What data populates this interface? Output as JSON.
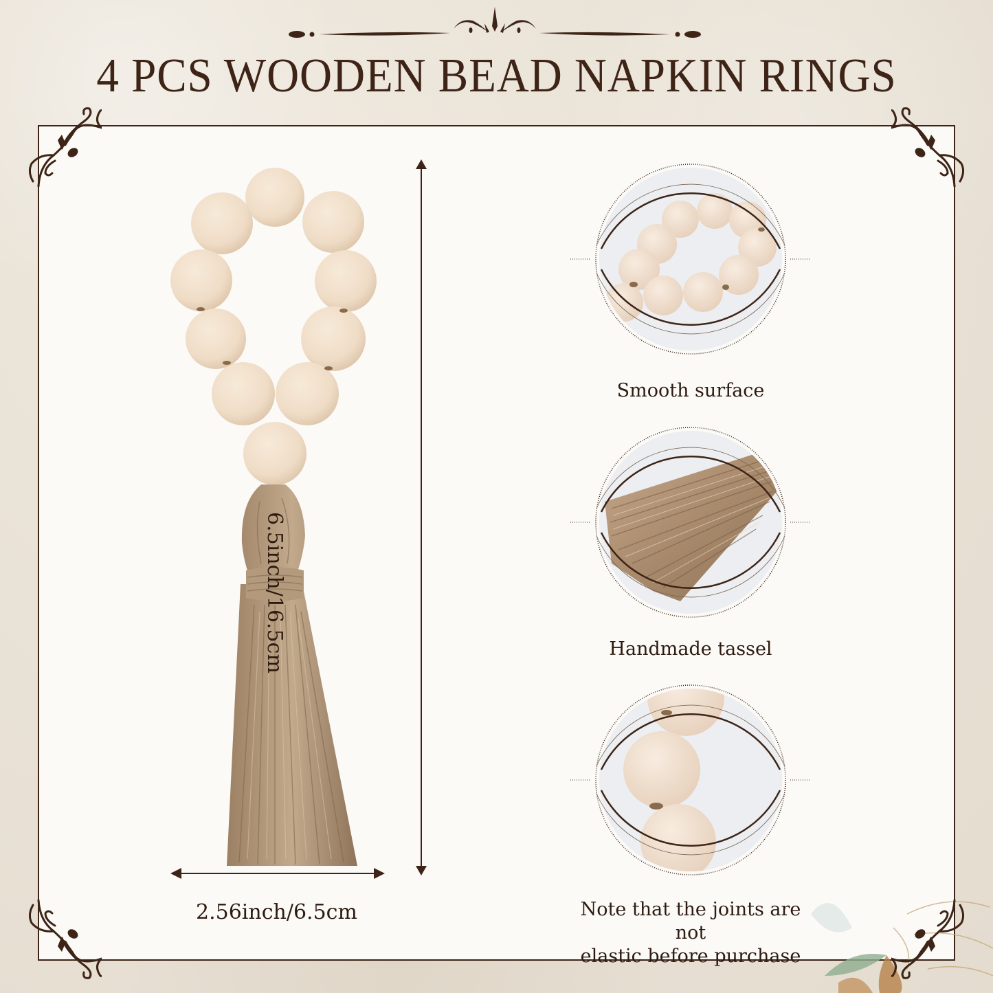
{
  "header": {
    "title": "4 PCS WOODEN BEAD NAPKIN RINGS",
    "ornament": "flourish-divider"
  },
  "product": {
    "name": "wooden bead napkin ring with jute tassel",
    "bead_count_ring": 10,
    "bead_count_stem": 1,
    "dimensions": {
      "height_label": "6.5inch/16.5cm",
      "width_label": "2.56inch/6.5cm"
    }
  },
  "features": [
    {
      "caption": "Smooth surface",
      "image": "bead-ring-closeup"
    },
    {
      "caption": "Handmade tassel",
      "image": "jute-tassel-closeup"
    },
    {
      "caption_line1": "Note that the joints are not",
      "caption_line2": "elastic before purchase",
      "image": "bead-joint-closeup"
    }
  ],
  "colors": {
    "ink": "#3d2416",
    "paper": "#e9e2d6",
    "panel": "#fbfaf7",
    "bead": "#efdcc8",
    "jute": "#a88d72"
  }
}
